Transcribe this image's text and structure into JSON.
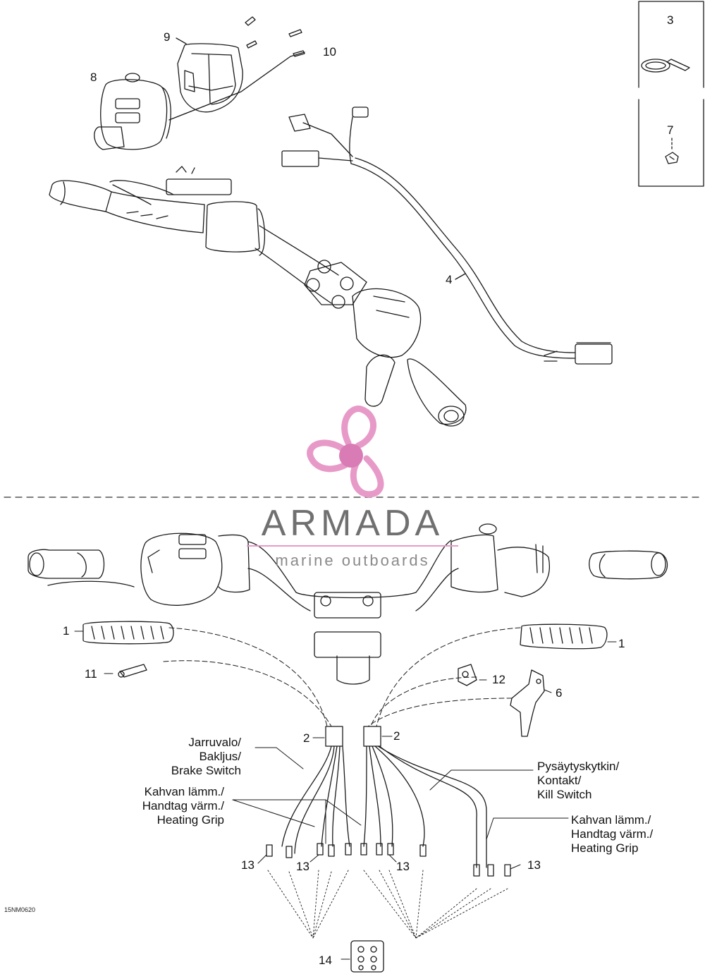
{
  "diagram_code": "15NM0620",
  "part_numbers": {
    "n1_left": "1",
    "n1_right": "1",
    "n2_left": "2",
    "n2_right": "2",
    "n3": "3",
    "n4": "4",
    "n6": "6",
    "n7": "7",
    "n8": "8",
    "n9": "9",
    "n10": "10",
    "n11": "11",
    "n12": "12",
    "n13_a": "13",
    "n13_b": "13",
    "n13_c": "13",
    "n13_d": "13",
    "n14": "14"
  },
  "callouts": {
    "brake_switch": [
      "Jarruvalo/",
      "Bakljus/",
      "Brake Switch"
    ],
    "heating_grip_left": [
      "Kahvan lämm./",
      "Handtag värm./",
      "Heating Grip"
    ],
    "kill_switch": [
      "Pysäytyskytkin/",
      "Kontakt/",
      "Kill Switch"
    ],
    "heating_grip_right": [
      "Kahvan lämm./",
      "Handtag värm./",
      "Heating Grip"
    ]
  },
  "watermark": {
    "brand": "ARMADA",
    "tagline": "marine outboards",
    "colors": {
      "propeller": "#e79ac8",
      "hub": "#d97bb5",
      "text": "#707070"
    }
  },
  "colors": {
    "line": "#1a1a1a",
    "dash": "#333333"
  }
}
